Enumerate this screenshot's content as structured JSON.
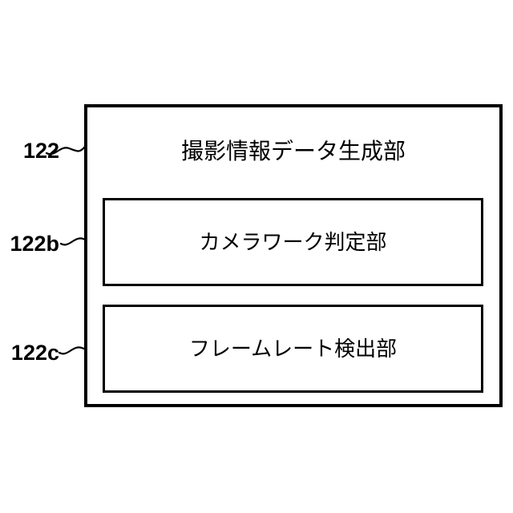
{
  "figure": {
    "background_color": "#ffffff",
    "line_color": "#000000",
    "outer_box": {
      "ref_label": "122",
      "title": "撮影情報データ生成部"
    },
    "inner_boxes": [
      {
        "ref_label": "122b",
        "label": "カメラワーク判定部"
      },
      {
        "ref_label": "122c",
        "label": "フレームレート検出部"
      }
    ]
  }
}
